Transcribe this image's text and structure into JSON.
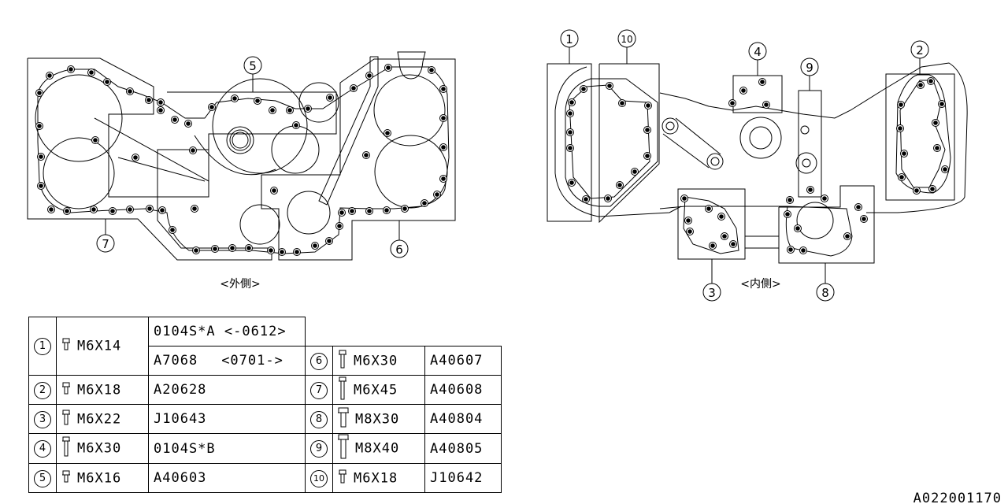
{
  "diagram": {
    "outer_view_label": "<外側>",
    "inner_view_label": "<内側>",
    "catalog_number": "A022001170",
    "outer_callouts": [
      "5",
      "7",
      "6"
    ],
    "inner_callouts": [
      "1",
      "10",
      "4",
      "9",
      "2",
      "3",
      "8"
    ]
  },
  "parts_table": {
    "left": [
      {
        "ref": "1",
        "bolt_icon": "short-flange-bolt-icon",
        "size": "M6X14",
        "part_numbers": [
          {
            "number": "0104S*A",
            "note": "<-0612>"
          },
          {
            "number": "A7068",
            "note": "<0701->"
          }
        ]
      },
      {
        "ref": "2",
        "bolt_icon": "short-flange-bolt-icon",
        "size": "M6X18",
        "part_numbers": [
          {
            "number": "A20628",
            "note": ""
          }
        ]
      },
      {
        "ref": "3",
        "bolt_icon": "short-flange-bolt-icon",
        "size": "M6X22",
        "part_numbers": [
          {
            "number": "J10643",
            "note": ""
          }
        ]
      },
      {
        "ref": "4",
        "bolt_icon": "long-flange-bolt-icon",
        "size": "M6X30",
        "part_numbers": [
          {
            "number": "0104S*B",
            "note": ""
          }
        ]
      },
      {
        "ref": "5",
        "bolt_icon": "short-flange-bolt-icon",
        "size": "M6X16",
        "part_numbers": [
          {
            "number": "A40603",
            "note": ""
          }
        ]
      }
    ],
    "right": [
      {
        "ref": "6",
        "bolt_icon": "long-flange-bolt-icon",
        "size": "M6X30",
        "part_number": "A40607"
      },
      {
        "ref": "7",
        "bolt_icon": "extra-long-flange-bolt-icon",
        "size": "M6X45",
        "part_number": "A40608"
      },
      {
        "ref": "8",
        "bolt_icon": "large-flange-bolt-icon",
        "size": "M8X30",
        "part_number": "A40804"
      },
      {
        "ref": "9",
        "bolt_icon": "large-long-flange-bolt-icon",
        "size": "M8X40",
        "part_number": "A40805"
      },
      {
        "ref": "10",
        "bolt_icon": "short-flange-bolt-icon",
        "size": "M6X18",
        "part_number": "J10642"
      }
    ]
  }
}
